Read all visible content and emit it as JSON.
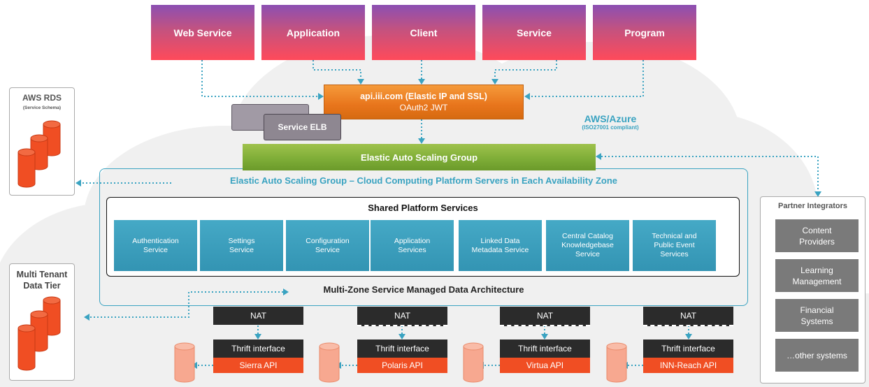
{
  "clients": [
    "Web Service",
    "Application",
    "Client",
    "Service",
    "Program"
  ],
  "api_gateway": {
    "line1": "api.iii.com (Elastic IP and SSL)",
    "line2": "OAuth2 JWT"
  },
  "service_elb": "Service ELB",
  "cloud_provider": {
    "title": "AWS/Azure",
    "subtitle": "(ISO27001 compliant)"
  },
  "auto_scaling_group": "Elastic Auto Scaling Group",
  "zone_title": "Elastic Auto Scaling Group – Cloud Computing Platform Servers in Each Availability Zone",
  "shared": {
    "title": "Shared Platform Services",
    "services": [
      [
        "Authentication",
        "Service"
      ],
      [
        "Settings",
        "Service"
      ],
      [
        "Configuration",
        "Service"
      ],
      [
        "Application",
        "Services"
      ],
      [
        "Linked Data",
        "Metadata Service"
      ],
      [
        "Central Catalog",
        "Knowledgebase",
        "Service"
      ],
      [
        "Technical and",
        "Public Event",
        "Services"
      ]
    ]
  },
  "multizone": "Multi-Zone Service Managed Data Architecture",
  "aws_rds": {
    "title": "AWS RDS",
    "subtitle": "(Service Schema)"
  },
  "multi_tenant": [
    "Multi Tenant",
    "Data Tier"
  ],
  "nat_label": "NAT",
  "thrift_label": "Thrift interface",
  "apis": [
    "Sierra API",
    "Polaris API",
    "Virtua API",
    "INN-Reach API"
  ],
  "partner": {
    "title": "Partner Integrators",
    "items": [
      [
        "Content",
        "Providers"
      ],
      [
        "Learning",
        "Management"
      ],
      [
        "Financial",
        "Systems"
      ],
      [
        "…other systems"
      ]
    ]
  },
  "colors": {
    "accent": "#3aa3c1",
    "orange": "#f04e23",
    "green": "#7fae38",
    "dark": "#2b2b2b"
  }
}
